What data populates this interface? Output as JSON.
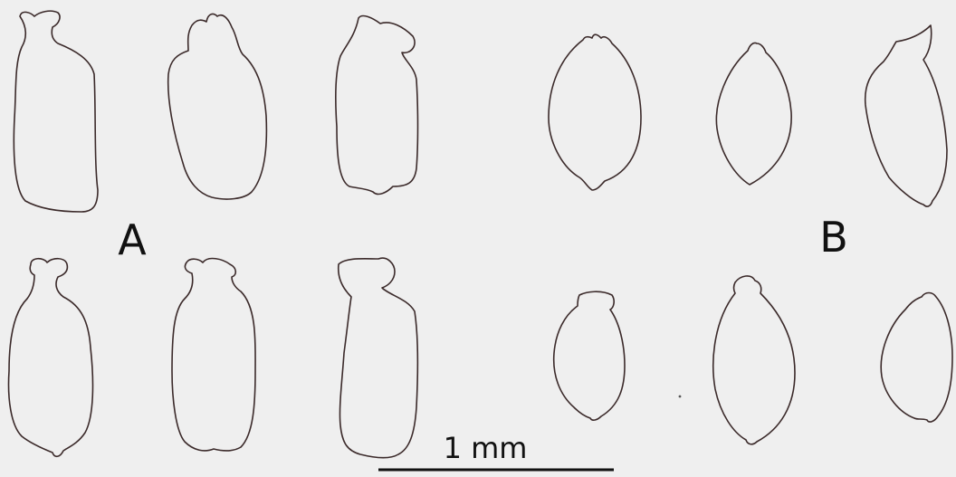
{
  "panels": {
    "a": {
      "label": "A"
    },
    "b": {
      "label": "B"
    }
  },
  "scale_bar": {
    "label": "1 mm"
  }
}
